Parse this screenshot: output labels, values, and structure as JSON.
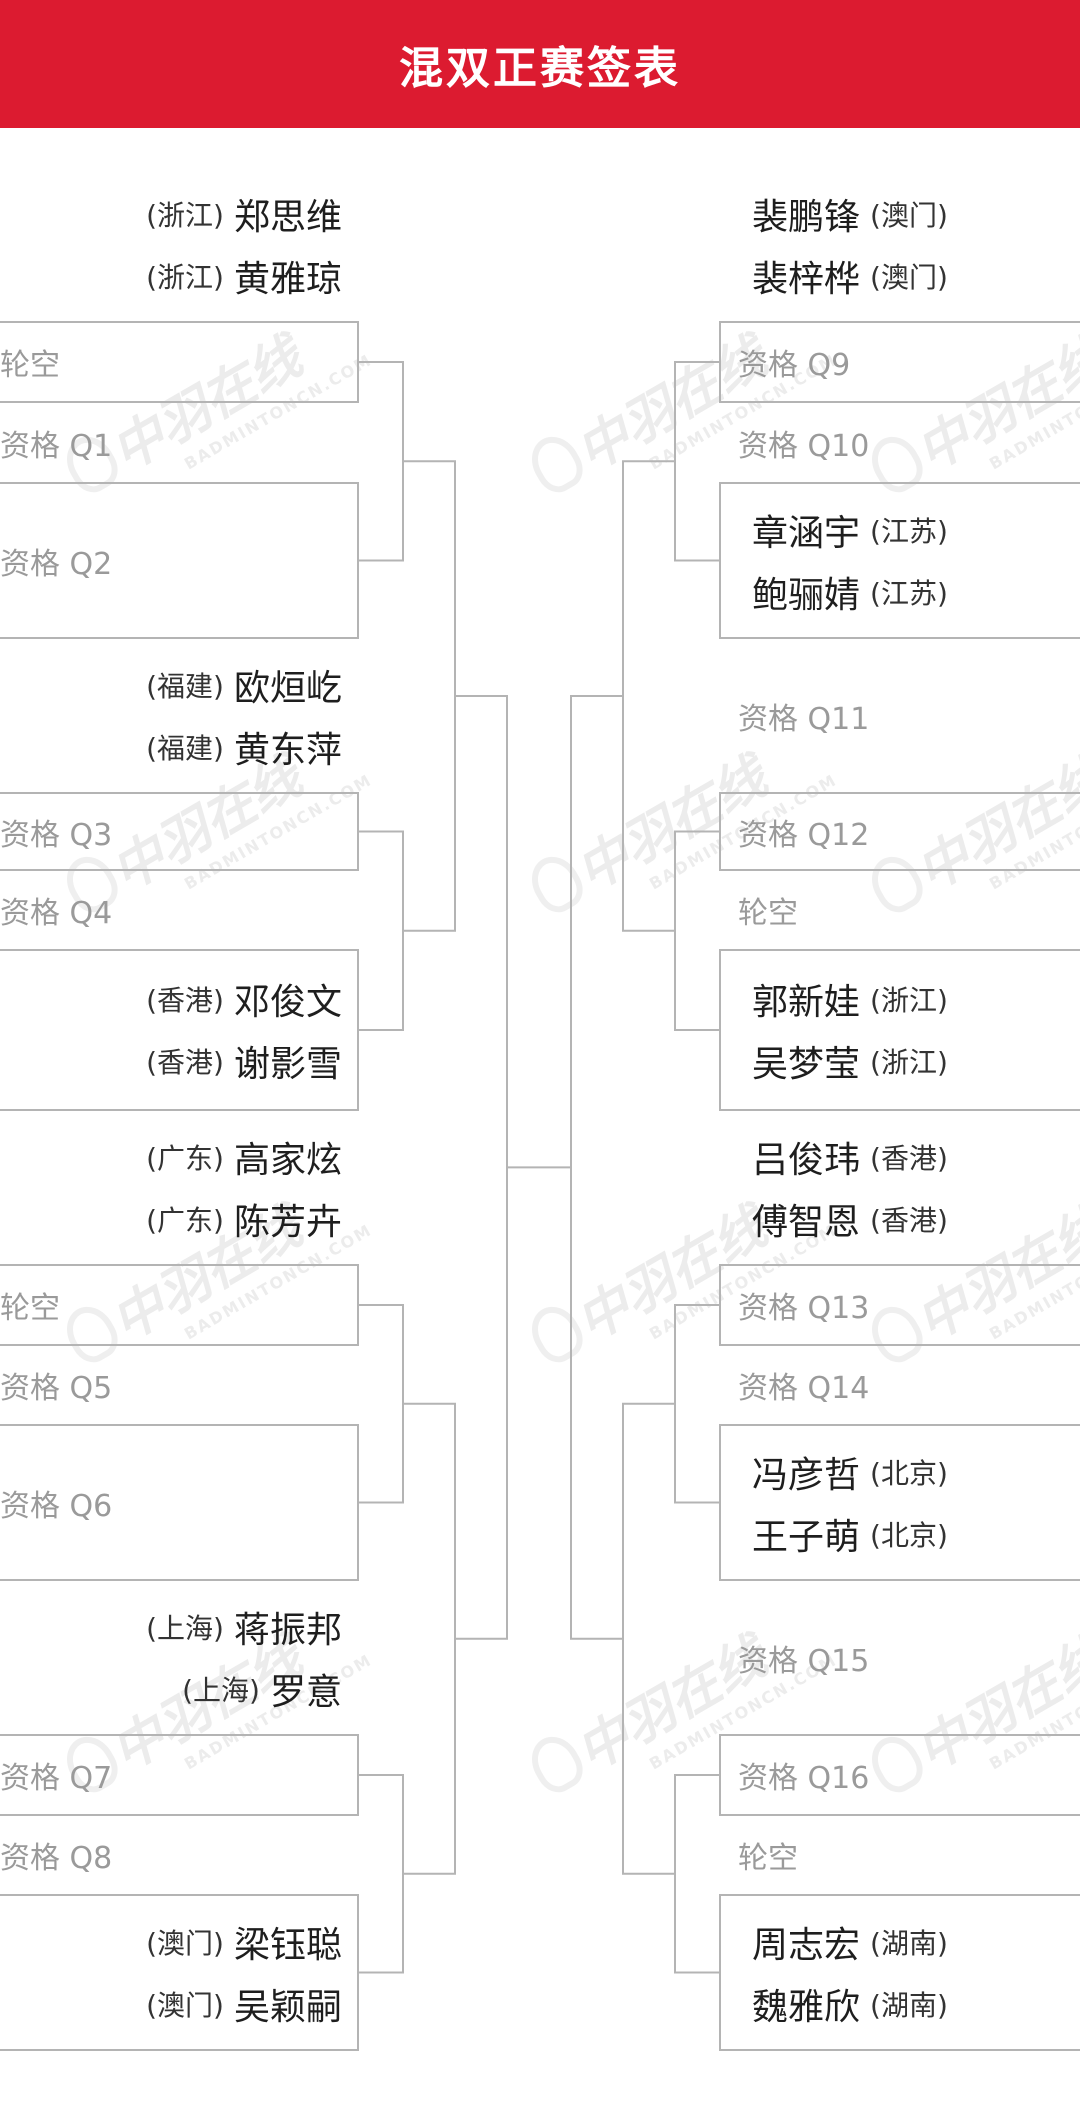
{
  "header": {
    "title": "混双正赛签表"
  },
  "colors": {
    "header_bg": "#dc1b30",
    "line": "#b4b4b4",
    "placeholder": "#9a9a9a",
    "text": "#1e1e1e"
  },
  "watermark": {
    "cn": "中羽在线",
    "en": "BADMINTONCN.COM"
  },
  "left_slots": [
    {
      "type": "pair",
      "players": [
        {
          "name": "郑思维",
          "prov": "(浙江)"
        },
        {
          "name": "黄雅琼",
          "prov": "(浙江)"
        }
      ]
    },
    {
      "type": "text",
      "label": "轮空"
    },
    {
      "type": "text",
      "label": "资格 Q1"
    },
    {
      "type": "text",
      "label": "资格 Q2"
    },
    {
      "type": "pair",
      "players": [
        {
          "name": "欧烜屹",
          "prov": "(福建)"
        },
        {
          "name": "黄东萍",
          "prov": "(福建)"
        }
      ]
    },
    {
      "type": "text",
      "label": "资格 Q3"
    },
    {
      "type": "text",
      "label": "资格 Q4"
    },
    {
      "type": "pair",
      "players": [
        {
          "name": "邓俊文",
          "prov": "(香港)"
        },
        {
          "name": "谢影雪",
          "prov": "(香港)"
        }
      ]
    },
    {
      "type": "pair",
      "players": [
        {
          "name": "高家炫",
          "prov": "(广东)"
        },
        {
          "name": "陈芳卉",
          "prov": "(广东)"
        }
      ]
    },
    {
      "type": "text",
      "label": "轮空"
    },
    {
      "type": "text",
      "label": "资格 Q5"
    },
    {
      "type": "text",
      "label": "资格 Q6"
    },
    {
      "type": "pair",
      "players": [
        {
          "name": "蒋振邦",
          "prov": "(上海)"
        },
        {
          "name": "罗意",
          "prov": "(上海)"
        }
      ]
    },
    {
      "type": "text",
      "label": "资格 Q7"
    },
    {
      "type": "text",
      "label": "资格 Q8"
    },
    {
      "type": "pair",
      "players": [
        {
          "name": "梁钰聪",
          "prov": "(澳门)"
        },
        {
          "name": "吴颖嗣",
          "prov": "(澳门)"
        }
      ]
    }
  ],
  "right_slots": [
    {
      "type": "pair",
      "players": [
        {
          "name": "裴鹏锋",
          "prov": "(澳门)"
        },
        {
          "name": "裴梓桦",
          "prov": "(澳门)"
        }
      ]
    },
    {
      "type": "text",
      "label": "资格 Q9"
    },
    {
      "type": "text",
      "label": "资格 Q10"
    },
    {
      "type": "pair",
      "players": [
        {
          "name": "章涵宇",
          "prov": "(江苏)"
        },
        {
          "name": "鲍骊婧",
          "prov": "(江苏)"
        }
      ]
    },
    {
      "type": "text",
      "label": "资格 Q11"
    },
    {
      "type": "text",
      "label": "资格 Q12"
    },
    {
      "type": "text",
      "label": "轮空"
    },
    {
      "type": "pair",
      "players": [
        {
          "name": "郭新娃",
          "prov": "(浙江)"
        },
        {
          "name": "吴梦莹",
          "prov": "(浙江)"
        }
      ]
    },
    {
      "type": "pair",
      "players": [
        {
          "name": "吕俊玮",
          "prov": "(香港)"
        },
        {
          "name": "傅智恩",
          "prov": "(香港)"
        }
      ]
    },
    {
      "type": "text",
      "label": "资格 Q13"
    },
    {
      "type": "text",
      "label": "资格 Q14"
    },
    {
      "type": "pair",
      "players": [
        {
          "name": "冯彦哲",
          "prov": "(北京)"
        },
        {
          "name": "王子萌",
          "prov": "(北京)"
        }
      ]
    },
    {
      "type": "text",
      "label": "资格 Q15"
    },
    {
      "type": "text",
      "label": "资格 Q16"
    },
    {
      "type": "text",
      "label": "轮空"
    },
    {
      "type": "pair",
      "players": [
        {
          "name": "周志宏",
          "prov": "(湖南)"
        },
        {
          "name": "魏雅欣",
          "prov": "(湖南)"
        }
      ]
    }
  ]
}
